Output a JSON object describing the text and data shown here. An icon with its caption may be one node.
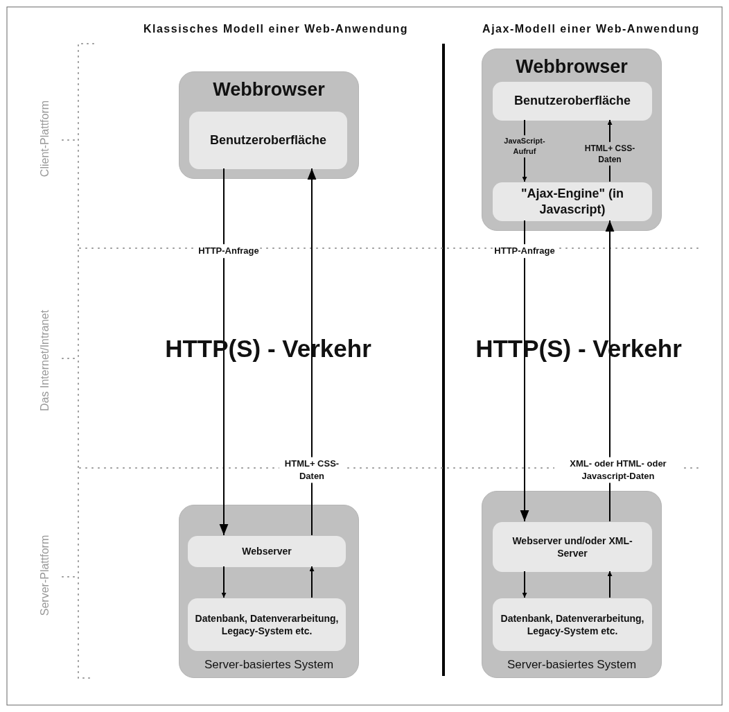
{
  "diagram": {
    "nodes": [
      {
        "text": [
          "Webbrowser"
        ]
      },
      {
        "text": [
          "Benutzeroberfläche"
        ],
        "in": 0
      },
      {
        "text": [
          "Server-basiertes System"
        ]
      },
      {
        "text": [
          "Webserver"
        ],
        "in": 2
      },
      {
        "text": [
          "Datenbank, Datenverarbeitung, Legacy-System etc."
        ],
        "in": 2
      },
      {
        "text": [
          "Webbrowser"
        ]
      },
      {
        "text": [
          "Benutzeroberfläche"
        ],
        "in": 5
      },
      {
        "text": [
          "\"Ajax-Engine\" (in Javascript)"
        ],
        "in": 5
      },
      {
        "text": [
          "Server-basiertes System"
        ]
      },
      {
        "text": [
          "Webserver und/oder XML-Server"
        ],
        "in": 8
      },
      {
        "text": [
          "Datenbank, Datenverarbeitung, Legacy-System etc."
        ],
        "in": 8
      }
    ],
    "edges": [
      {
        "from": 1,
        "to": 3,
        "arrow": "to",
        "label": "HTTP-Anfrage"
      },
      {
        "from": 3,
        "to": 1,
        "arrow": "to",
        "label": "HTML+ CSS-Daten"
      },
      {
        "from": 3,
        "to": 4,
        "arrow": "to"
      },
      {
        "from": 4,
        "to": 3,
        "arrow": "to"
      },
      {
        "from": 6,
        "to": 7,
        "arrow": "to",
        "label": "JavaScript- Aufruf"
      },
      {
        "from": 7,
        "to": 6,
        "arrow": "to",
        "label": "HTML+ CSS-Daten"
      },
      {
        "from": 7,
        "to": 9,
        "arrow": "to",
        "label": "HTTP-Anfrage"
      },
      {
        "from": 9,
        "to": 7,
        "arrow": "to",
        "label": "XML- oder HTML- oder Javascript-Daten"
      },
      {
        "from": 9,
        "to": 10,
        "arrow": "to"
      },
      {
        "from": 10,
        "to": 9,
        "arrow": "to"
      }
    ],
    "labels": [
      "Klassisches Modell einer Web-Anwendung",
      "Ajax-Modell einer Web-Anwendung",
      "Client-Plattform",
      "HTTP(S) - Verkehr",
      "HTTP(S) - Verkehr",
      "Das Internet/Intranet",
      "Server-Plattform"
    ]
  }
}
